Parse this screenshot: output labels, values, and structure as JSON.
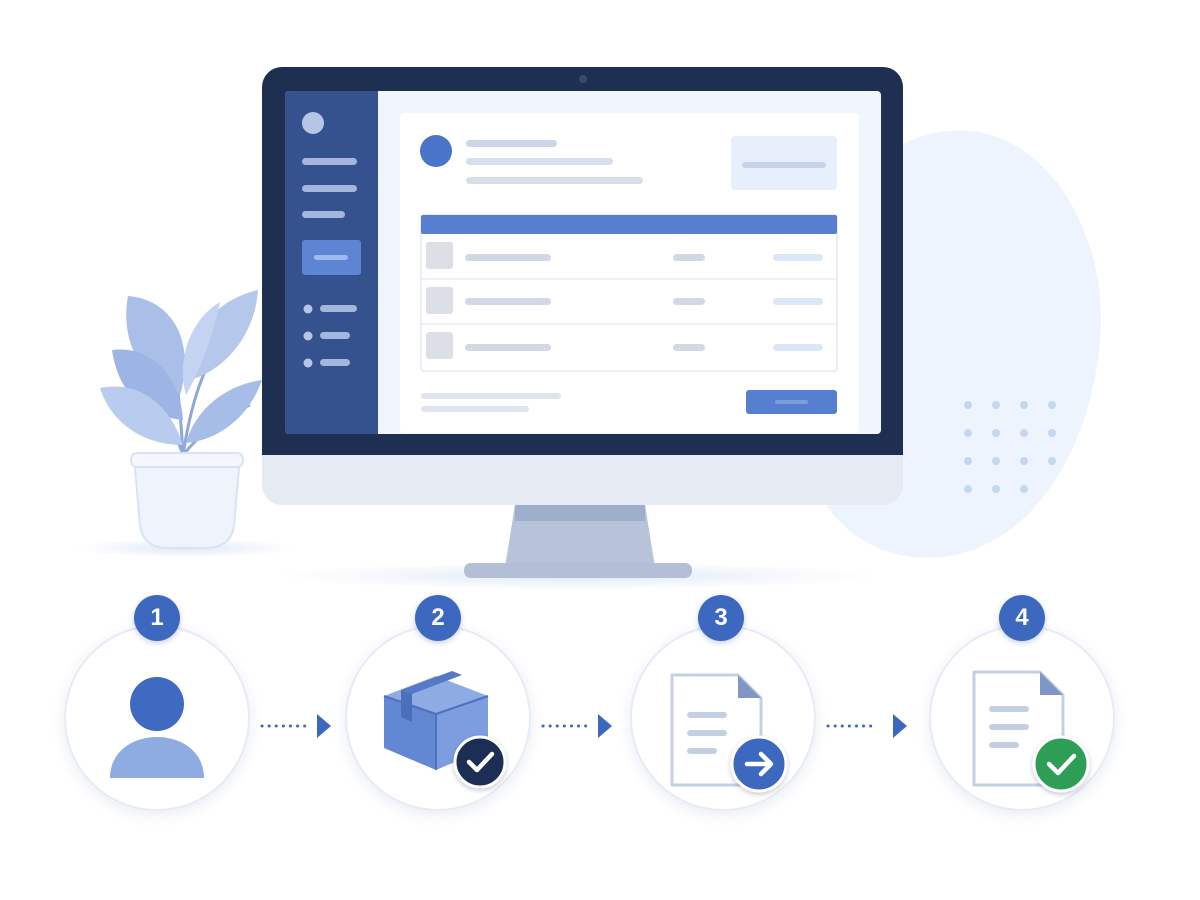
{
  "colors": {
    "primary": "#3d68c0",
    "navy": "#1f2f52",
    "sidebar": "#35528f",
    "light_blue": "#8fabe3",
    "pale_blue": "#eef4fd",
    "success": "#2e9e57",
    "placeholder_gray": "#c9cfdb"
  },
  "sidebar": {
    "nav_item_count": 3,
    "active_item_count": 1,
    "bullet_item_count": 3
  },
  "table": {
    "row_count": 3
  },
  "steps": [
    {
      "number": "1",
      "icon": "user-icon"
    },
    {
      "number": "2",
      "icon": "package-check-icon"
    },
    {
      "number": "3",
      "icon": "document-send-icon"
    },
    {
      "number": "4",
      "icon": "document-approved-icon"
    }
  ],
  "connectors": [
    {
      "from": "1",
      "to": "2"
    },
    {
      "from": "2",
      "to": "3"
    },
    {
      "from": "3",
      "to": "4"
    }
  ]
}
